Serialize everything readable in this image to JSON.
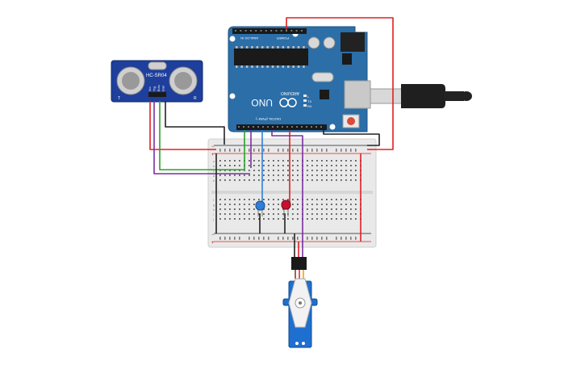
{
  "sensor": {
    "model_label": "HC-SR04",
    "pin_labels": [
      "Vcc",
      "Trig",
      "Echo",
      "Gnd"
    ],
    "corner_left": "T",
    "corner_right": "R"
  },
  "arduino": {
    "board_label": "UNO",
    "brand_label": "ARDUINO",
    "digital_label": "DIGITAL (PWM~)",
    "power_label": "POWER",
    "analog_label": "ANALOG IN",
    "tx_label": "TX",
    "rx_label": "RX",
    "l_label": "L"
  },
  "breadboard": {
    "row_letters_left": [
      "a",
      "b",
      "c",
      "d",
      "e",
      "f",
      "g",
      "h",
      "i",
      "j"
    ],
    "rail_plus": "+",
    "rail_minus": "−"
  },
  "components": {
    "led_blue_color": "#2f7ed8",
    "led_red_color": "#c8102e"
  },
  "colors": {
    "board_blue": "#2b6ea8",
    "sensor_blue": "#1e3f9c",
    "servo_blue": "#1e6fd0",
    "wire_red": "#e02020",
    "wire_black": "#222222",
    "wire_green": "#2ca02c",
    "wire_purple": "#7b2fa0",
    "wire_blue": "#2f7ed8"
  }
}
